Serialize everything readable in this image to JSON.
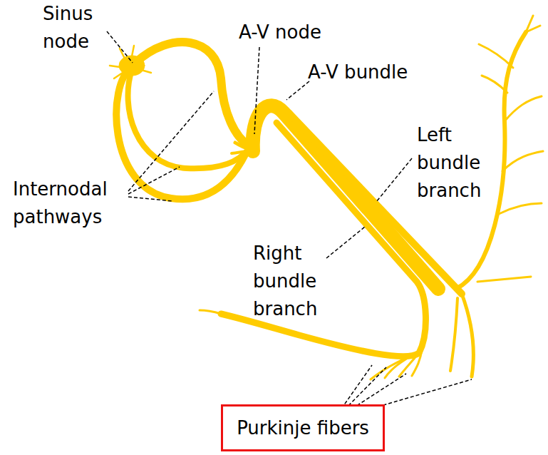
{
  "diagram": {
    "nodes": [
      {
        "text": [
          "Purkinje fibers"
        ]
      }
    ],
    "labels": [
      "Sinus node",
      "A-V node",
      "A-V bundle",
      "Left bundle branch",
      "Right bundle branch",
      "Internodal pathways"
    ]
  }
}
